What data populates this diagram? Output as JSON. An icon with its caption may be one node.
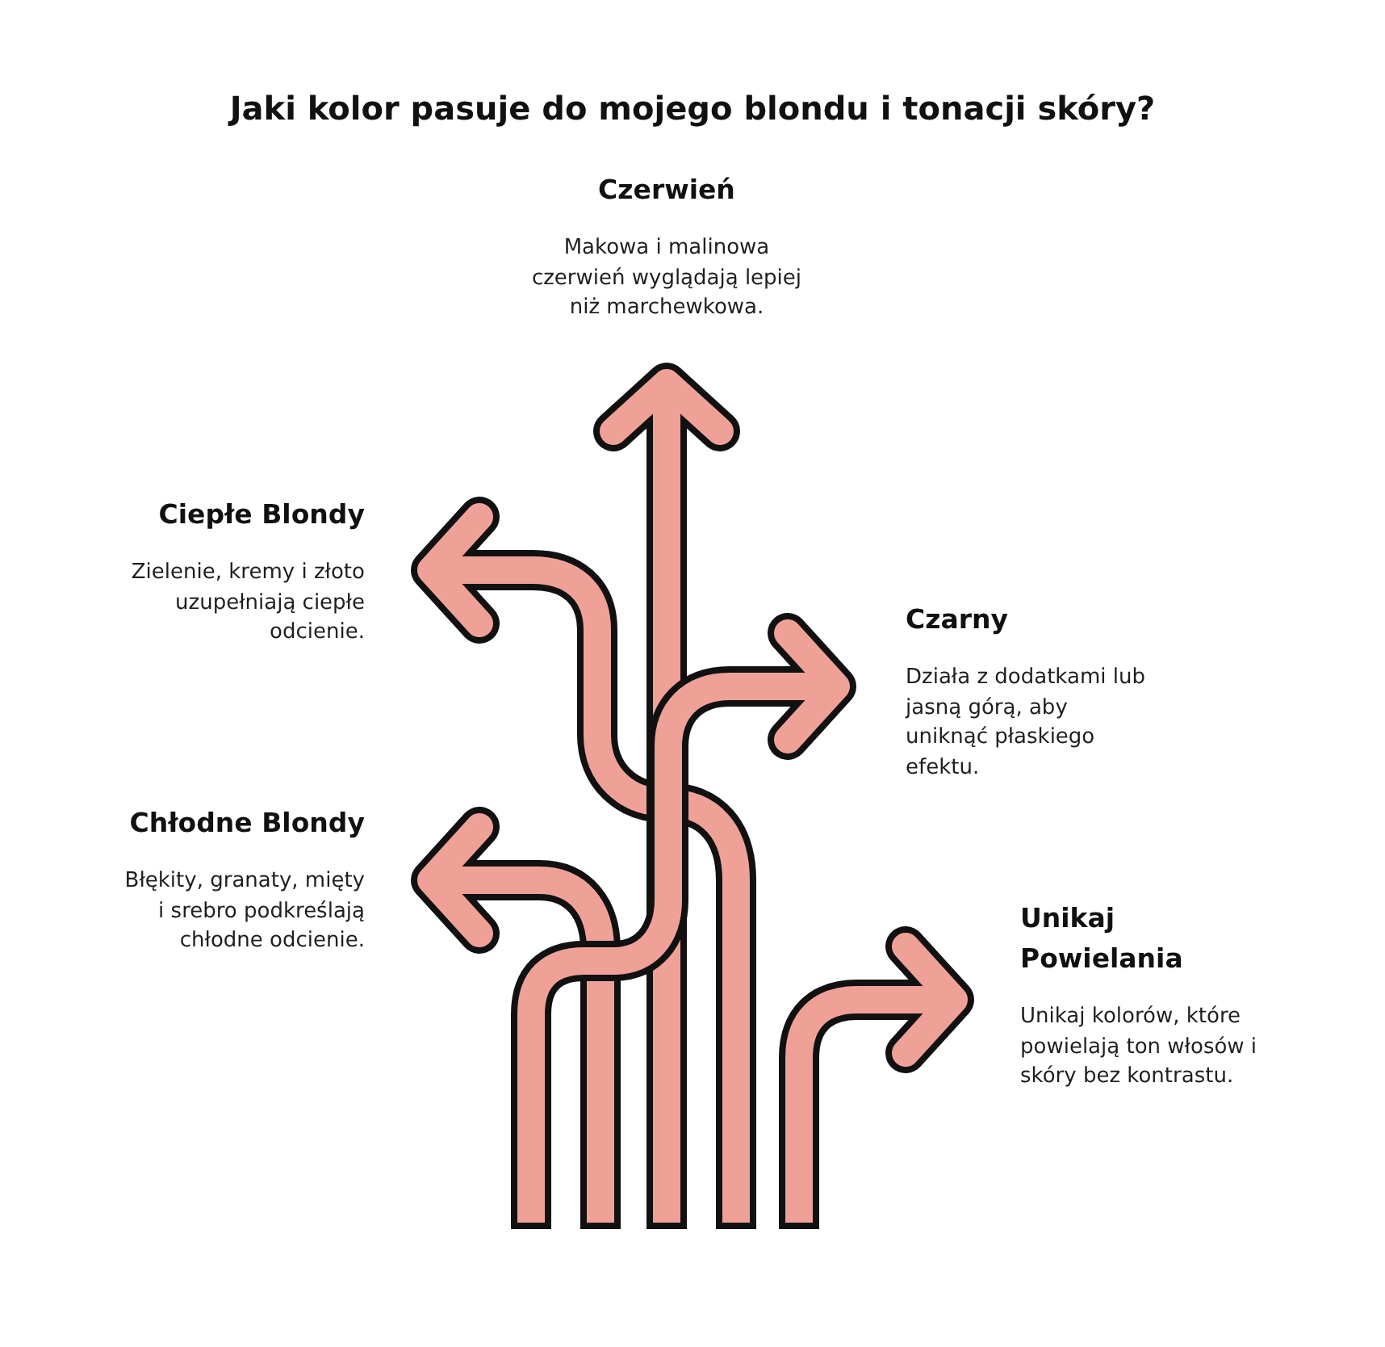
{
  "diagram": {
    "title": "Jaki kolor pasuje do mojego blondu i tonacji skóry?",
    "nodes": [
      {
        "text": [
          "Czerwień",
          "Makowa i malinowa czerwień wyglądają lepiej niż marchewkowa."
        ]
      },
      {
        "text": [
          "Ciepłe Blondy",
          "Zielenie, kremy i złoto uzupełniają ciepłe odcienie."
        ]
      },
      {
        "text": [
          "Czarny",
          "Działa z dodatkami lub jasną górą, aby uniknąć płaskiego efektu."
        ]
      },
      {
        "text": [
          "Chłodne Blondy",
          "Błękity, granaty, mięty i srebro podkreślają chłodne odcienie."
        ]
      },
      {
        "text": [
          "Unikaj Powielania",
          "Unikaj kolorów, które powielają ton włosów i skóry bez kontrastu."
        ]
      }
    ],
    "edges": [
      {
        "from": null,
        "to": 0,
        "arrow": "to"
      },
      {
        "from": null,
        "to": 1,
        "arrow": "to"
      },
      {
        "from": null,
        "to": 2,
        "arrow": "to"
      },
      {
        "from": null,
        "to": 3,
        "arrow": "to"
      },
      {
        "from": null,
        "to": 4,
        "arrow": "to"
      }
    ]
  }
}
